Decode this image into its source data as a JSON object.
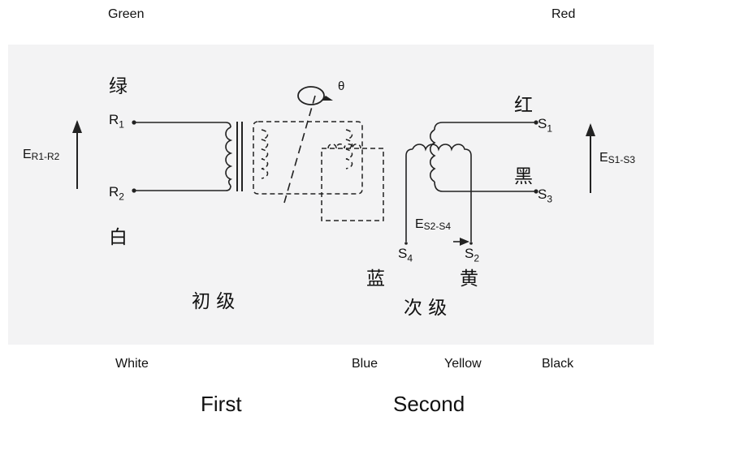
{
  "labels": {
    "green": "Green",
    "red": "Red",
    "white": "White",
    "blue": "Blue",
    "yellow": "Yellow",
    "black": "Black",
    "first": "First",
    "second": "Second"
  },
  "chinese": {
    "green": "绿",
    "white": "白",
    "red": "红",
    "black": "黑",
    "blue": "蓝",
    "yellow": "黄",
    "primary": "初 级",
    "secondary": "次 级"
  },
  "terminals": {
    "r1": {
      "letter": "R",
      "index": "1"
    },
    "r2": {
      "letter": "R",
      "index": "2"
    },
    "s1": {
      "letter": "S",
      "index": "1"
    },
    "s2": {
      "letter": "S",
      "index": "2"
    },
    "s3": {
      "letter": "S",
      "index": "3"
    },
    "s4": {
      "letter": "S",
      "index": "4"
    }
  },
  "emf": {
    "r1r2": {
      "letter": "E",
      "sub": "R1-R2"
    },
    "s1s3": {
      "letter": "E",
      "sub": "S1-S3"
    },
    "s2s4": {
      "letter": "E",
      "sub": "S2-S4"
    }
  },
  "theta": "θ",
  "colors": {
    "line": "#222222",
    "scan_bg": "#f3f3f4"
  }
}
